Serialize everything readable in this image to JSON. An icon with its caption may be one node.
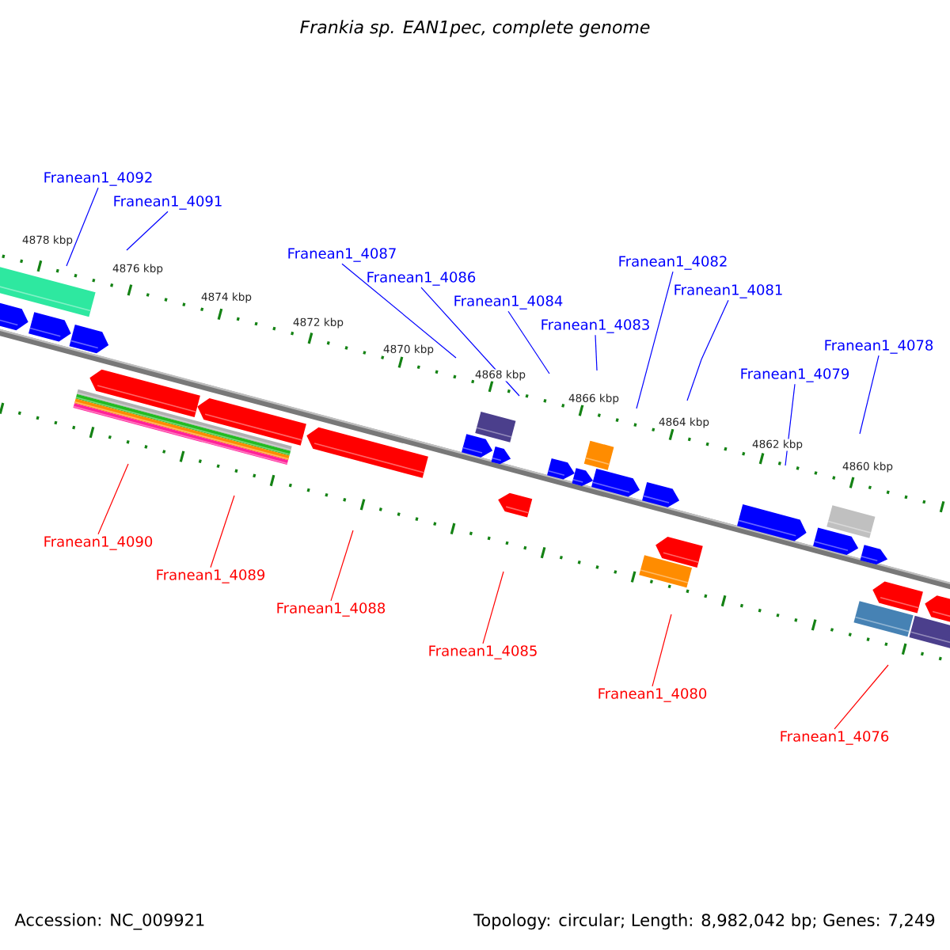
{
  "diagram": {
    "title": "Frankia sp. EAN1pec, complete genome",
    "nodes": [
      {
        "text": [
          "Franean1_4092"
        ]
      },
      {
        "text": [
          "Franean1_4091"
        ]
      },
      {
        "text": [
          "Franean1_4087"
        ]
      },
      {
        "text": [
          "Franean1_4086"
        ]
      },
      {
        "text": [
          "Franean1_4084"
        ]
      },
      {
        "text": [
          "Franean1_4083"
        ]
      },
      {
        "text": [
          "Franean1_4082"
        ]
      },
      {
        "text": [
          "Franean1_4081"
        ]
      },
      {
        "text": [
          "Franean1_4079"
        ]
      },
      {
        "text": [
          "Franean1_4078"
        ]
      },
      {
        "text": [
          "Franean1_4090"
        ]
      },
      {
        "text": [
          "Franean1_4089"
        ]
      },
      {
        "text": [
          "Franean1_4088"
        ]
      },
      {
        "text": [
          "Franean1_4085"
        ]
      },
      {
        "text": [
          "Franean1_4080"
        ]
      },
      {
        "text": [
          "Franean1_4076"
        ]
      }
    ],
    "edges": [
      {
        "from": 0,
        "to": null,
        "arrow": "none"
      },
      {
        "from": 1,
        "to": null,
        "arrow": "none"
      },
      {
        "from": 2,
        "to": null,
        "arrow": "none"
      },
      {
        "from": 3,
        "to": null,
        "arrow": "none"
      },
      {
        "from": 4,
        "to": null,
        "arrow": "none"
      },
      {
        "from": 5,
        "to": null,
        "arrow": "none"
      },
      {
        "from": 6,
        "to": null,
        "arrow": "none"
      },
      {
        "from": 7,
        "to": null,
        "arrow": "none"
      },
      {
        "from": 8,
        "to": null,
        "arrow": "none"
      },
      {
        "from": 9,
        "to": null,
        "arrow": "none"
      },
      {
        "from": 10,
        "to": null,
        "arrow": "none",
        "color": "#ff0000"
      },
      {
        "from": 11,
        "to": null,
        "arrow": "none",
        "color": "#ff0000"
      },
      {
        "from": 12,
        "to": null,
        "arrow": "none",
        "color": "#ff0000"
      },
      {
        "from": 13,
        "to": null,
        "arrow": "none",
        "color": "#ff0000"
      },
      {
        "from": 14,
        "to": null,
        "arrow": "none",
        "color": "#ff0000"
      },
      {
        "from": 15,
        "to": null,
        "arrow": "none",
        "color": "#ff0000"
      }
    ],
    "labels": [
      "4878 kbp",
      "4876 kbp",
      "4874 kbp",
      "4872 kbp",
      "4870 kbp",
      "4868 kbp",
      "4866 kbp",
      "4864 kbp",
      "4862 kbp",
      "4860 kbp",
      "Accession: NC_009921",
      "Topology: circular; Length: 8,982,042 bp; Genes: 7,249"
    ]
  }
}
